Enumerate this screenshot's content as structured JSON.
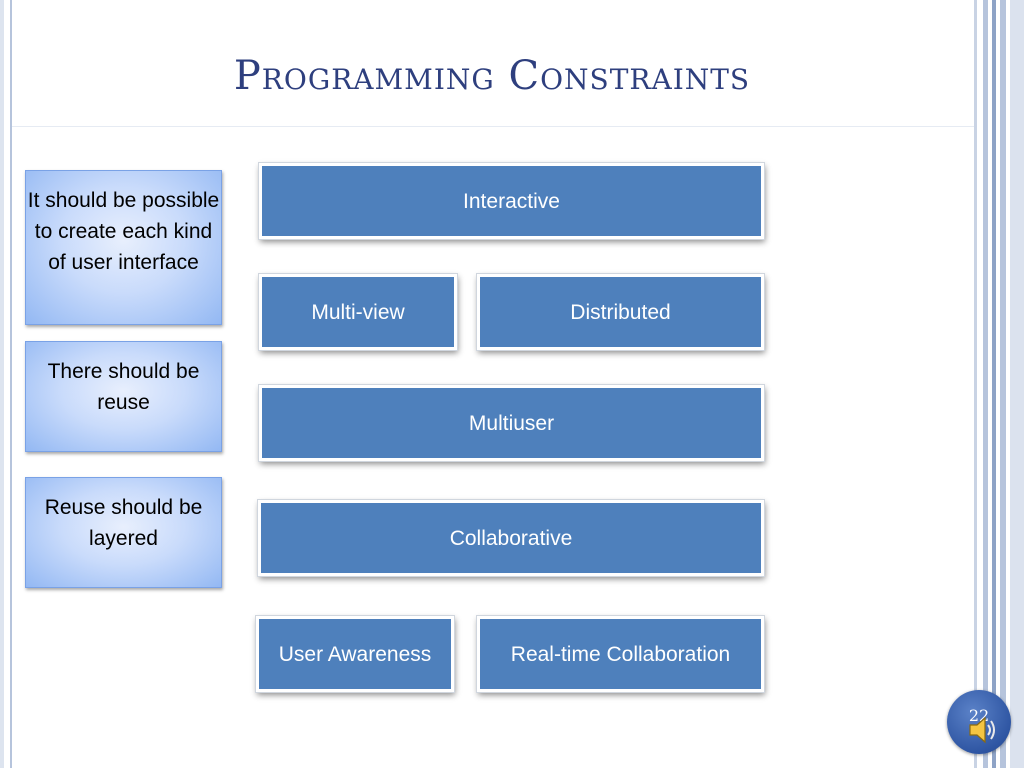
{
  "slide": {
    "title": "Programming Constraints",
    "slide_number": "22"
  },
  "notes": [
    "It should be possible to create each kind of user interface",
    "There should be reuse",
    "Reuse should be layered"
  ],
  "boxes": {
    "interactive": "Interactive",
    "multi_view": "Multi-view",
    "distributed": "Distributed",
    "multiuser": "Multiuser",
    "collaborative": "Collaborative",
    "user_awareness": "User Awareness",
    "realtime_collaboration": "Real-time Collaboration"
  },
  "colors": {
    "title": "#2e3f7e",
    "box_fill": "#4e80bc",
    "note_fill": "#c9dbfb"
  },
  "icons": {
    "audio": "speaker-icon"
  }
}
